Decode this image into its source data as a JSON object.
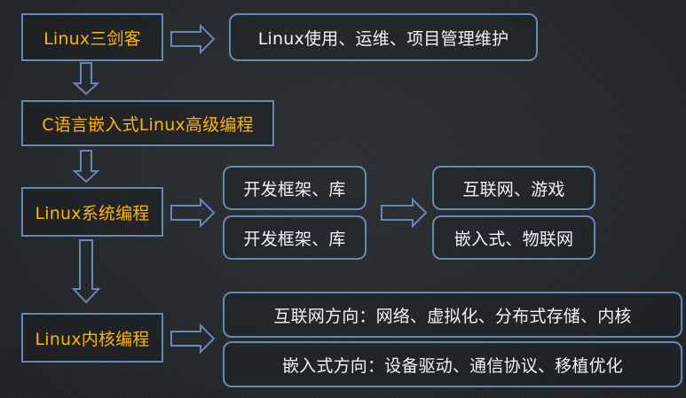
{
  "nodes": {
    "sanjianke": "Linux三剑客",
    "sanjianke_use": "Linux使用、运维、项目管理维护",
    "c_embedded": "C语言嵌入式Linux高级编程",
    "system_prog": "Linux系统编程",
    "framework_1": "开发框架、库",
    "framework_2": "开发框架、库",
    "internet_game": "互联网、游戏",
    "embedded_iot": "嵌入式、物联网",
    "kernel_prog": "Linux内核编程",
    "kernel_internet": "互联网方向：网络、虚拟化、分布式存储、内核",
    "kernel_embedded": "嵌入式方向：设备驱动、通信协议、移植优化"
  },
  "colors": {
    "background": "#26292e",
    "border": "#6a86b2",
    "highlight_text": "#ffb400",
    "plain_text": "#f2f2f2"
  }
}
